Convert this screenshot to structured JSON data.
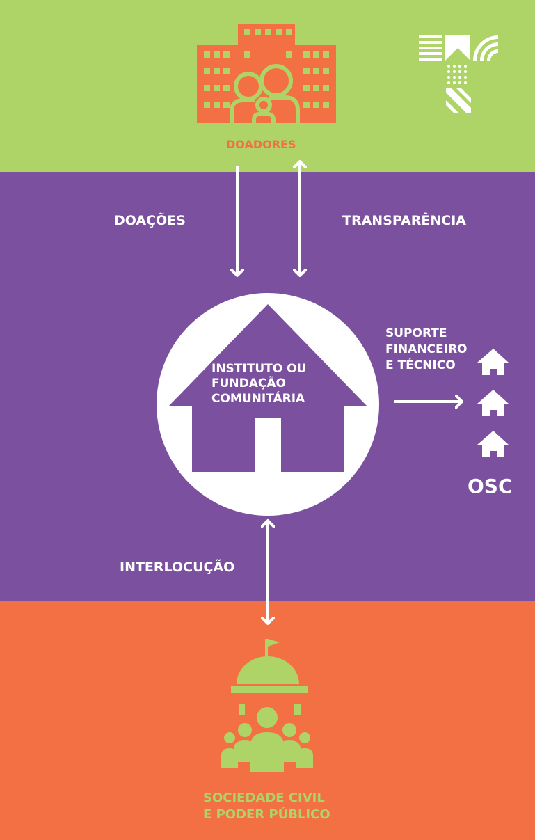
{
  "colors": {
    "green": "#aed367",
    "purple": "#7b519f",
    "orange": "#f27044",
    "white": "#ffffff"
  },
  "donors": {
    "label": "DOADORES",
    "icon": "building-with-family-icon"
  },
  "flows": {
    "donations": "DOAÇÕES",
    "transparency": "TRANSPARÊNCIA",
    "interlocution": "INTERLOCUÇÃO",
    "support": "SUPORTE\nFINANCEIRO\nE TÉCNICO"
  },
  "institute": {
    "label": "INSTITUTO OU\nFUNDAÇÃO\nCOMUNITÁRIA",
    "icon": "house-icon"
  },
  "osc": {
    "label": "OSC",
    "icon": "small-house-icon"
  },
  "society": {
    "label": "SOCIEDADE CIVIL\nE  PODER PÚBLICO",
    "icon": "capitol-with-people-icon"
  },
  "logo": {
    "icon": "t-pattern-logo-icon"
  }
}
